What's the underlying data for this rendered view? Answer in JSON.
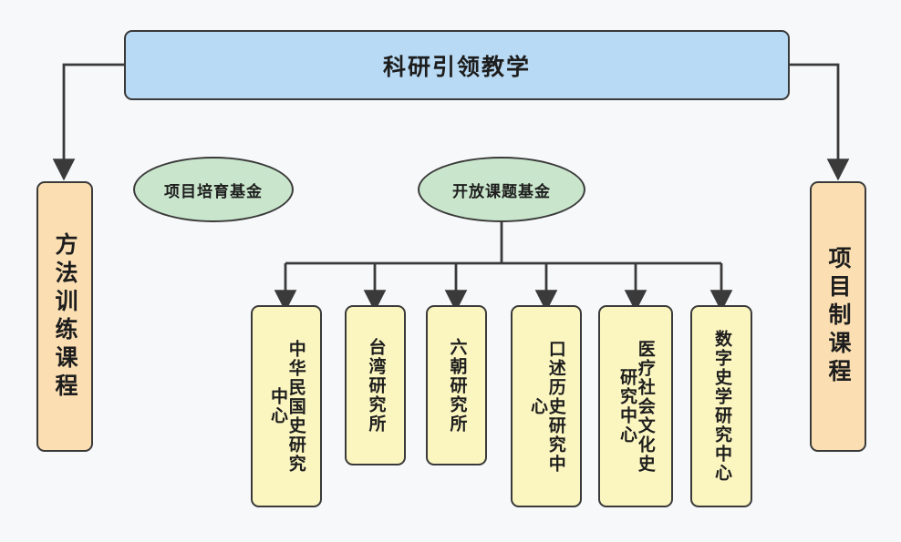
{
  "diagram": {
    "type": "org-tree",
    "background_color": "#f7f8fa",
    "edge_color": "#3a3a3a",
    "root": {
      "label": "科研引领教学",
      "shape": "rounded-rect",
      "fill": "#b9daf4"
    },
    "side_nodes": [
      {
        "id": "method-training-course",
        "label": "方法训练课程",
        "shape": "rounded-rect",
        "fill": "#fbdfb2",
        "position": "left"
      },
      {
        "id": "project-based-course",
        "label": "项目制课程",
        "shape": "rounded-rect",
        "fill": "#fbdfb2",
        "position": "right"
      }
    ],
    "funds": [
      {
        "id": "project-incubation-fund",
        "label": "项目培育基金",
        "shape": "ellipse",
        "fill": "#c9e6cc",
        "has_children": false
      },
      {
        "id": "open-topic-fund",
        "label": "开放课题基金",
        "shape": "ellipse",
        "fill": "#c9e6cc",
        "has_children": true
      }
    ],
    "centers": [
      {
        "id": "roc-history-research-center",
        "label": "中华民国史研究中心",
        "fill": "#fbf5c0",
        "columns": 2
      },
      {
        "id": "taiwan-research-institute",
        "label": "台湾研究所",
        "fill": "#fbf5c0",
        "columns": 1
      },
      {
        "id": "six-dynasties-research-institute",
        "label": "六朝研究所",
        "fill": "#fbf5c0",
        "columns": 1
      },
      {
        "id": "oral-history-research-center",
        "label": "口述历史研究中心",
        "fill": "#fbf5c0",
        "columns": 2
      },
      {
        "id": "medical-social-cultural-history-research-center",
        "label": "医疗社会文化史研究中心",
        "fill": "#fbf5c0",
        "columns": 2
      },
      {
        "id": "digital-history-research-center",
        "label": "数字史学研究中心",
        "fill": "#fbf5c0",
        "columns": 1
      }
    ]
  }
}
